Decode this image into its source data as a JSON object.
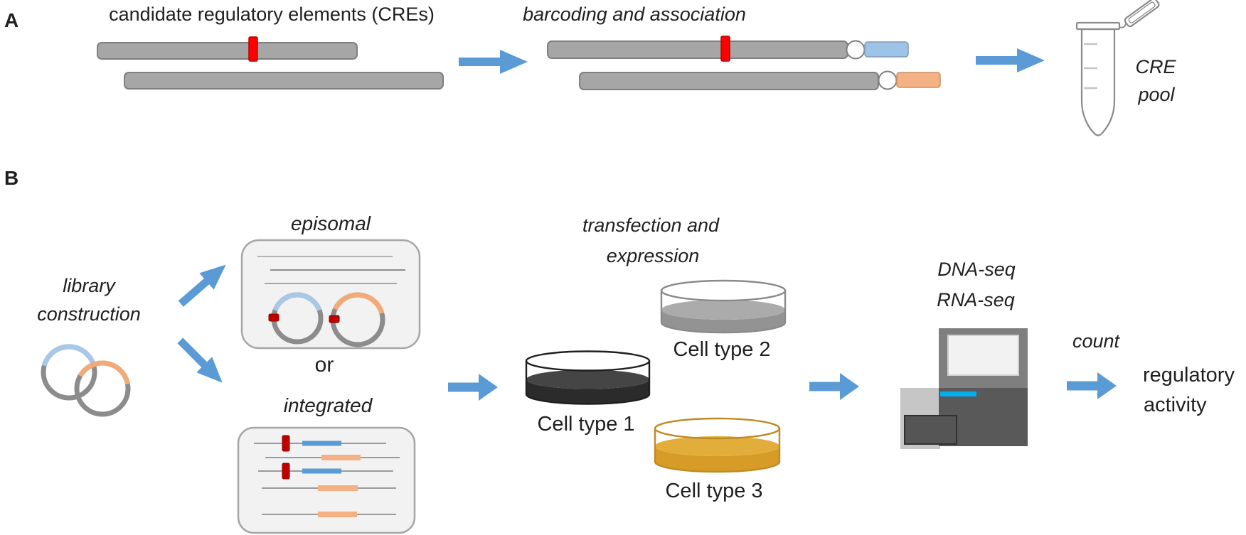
{
  "figure": {
    "description_domain": "MPRA workflow diagram"
  },
  "colors": {
    "arrow": "#5b9bd5",
    "bar_gray": "#a6a6a6",
    "bar_border": "#7f7f7f",
    "red": "#ff0000",
    "dark_red": "#c00000",
    "barcode_blue": "#9dc3e6",
    "barcode_orange": "#f4b183",
    "plasmid_gray": "#8c8c8c",
    "plasmid_blue": "#a9c7e7",
    "plasmid_orange": "#f2aa76",
    "box_fill": "#f2f2f2",
    "box_border": "#a6a6a6",
    "seg_blue": "#5b9bd5",
    "seg_orange": "#f4b183",
    "tube_outline": "#8a8a8a",
    "dish1_surface": "#454545",
    "dish1_front": "#2b2b2b",
    "dish1_outline": "#1f1f1f",
    "dish2_surface": "#ababab",
    "dish2_front": "#939393",
    "dish2_outline": "#8a8a8a",
    "dish3_surface": "#e2ad3a",
    "dish3_front": "#d79c28",
    "dish3_outline": "#c08a23",
    "machine_top": "#7f7f7f",
    "machine_bottom": "#595959",
    "machine_screen": "#f2f2f2",
    "machine_side": "#c6c6c6",
    "machine_tray": "#555555",
    "machine_stripe": "#00b0f0"
  },
  "panelA": {
    "label": "A",
    "cre_title": "candidate regulatory elements (CREs)",
    "barcoding_title": "barcoding and association",
    "pool_label_line1": "CRE",
    "pool_label_line2": "pool"
  },
  "panelB": {
    "label": "B",
    "library_line1": "library",
    "library_line2": "construction",
    "episomal_title": "episomal",
    "or_label": "or",
    "integrated_title": "integrated",
    "transfection_line1": "transfection and",
    "transfection_line2": "expression",
    "cell1": "Cell type 1",
    "cell2": "Cell type 2",
    "cell3": "Cell type 3",
    "seq_line1": "DNA-seq",
    "seq_line2": "RNA-seq",
    "count_label": "count",
    "result_line1": "regulatory",
    "result_line2": "activity"
  }
}
